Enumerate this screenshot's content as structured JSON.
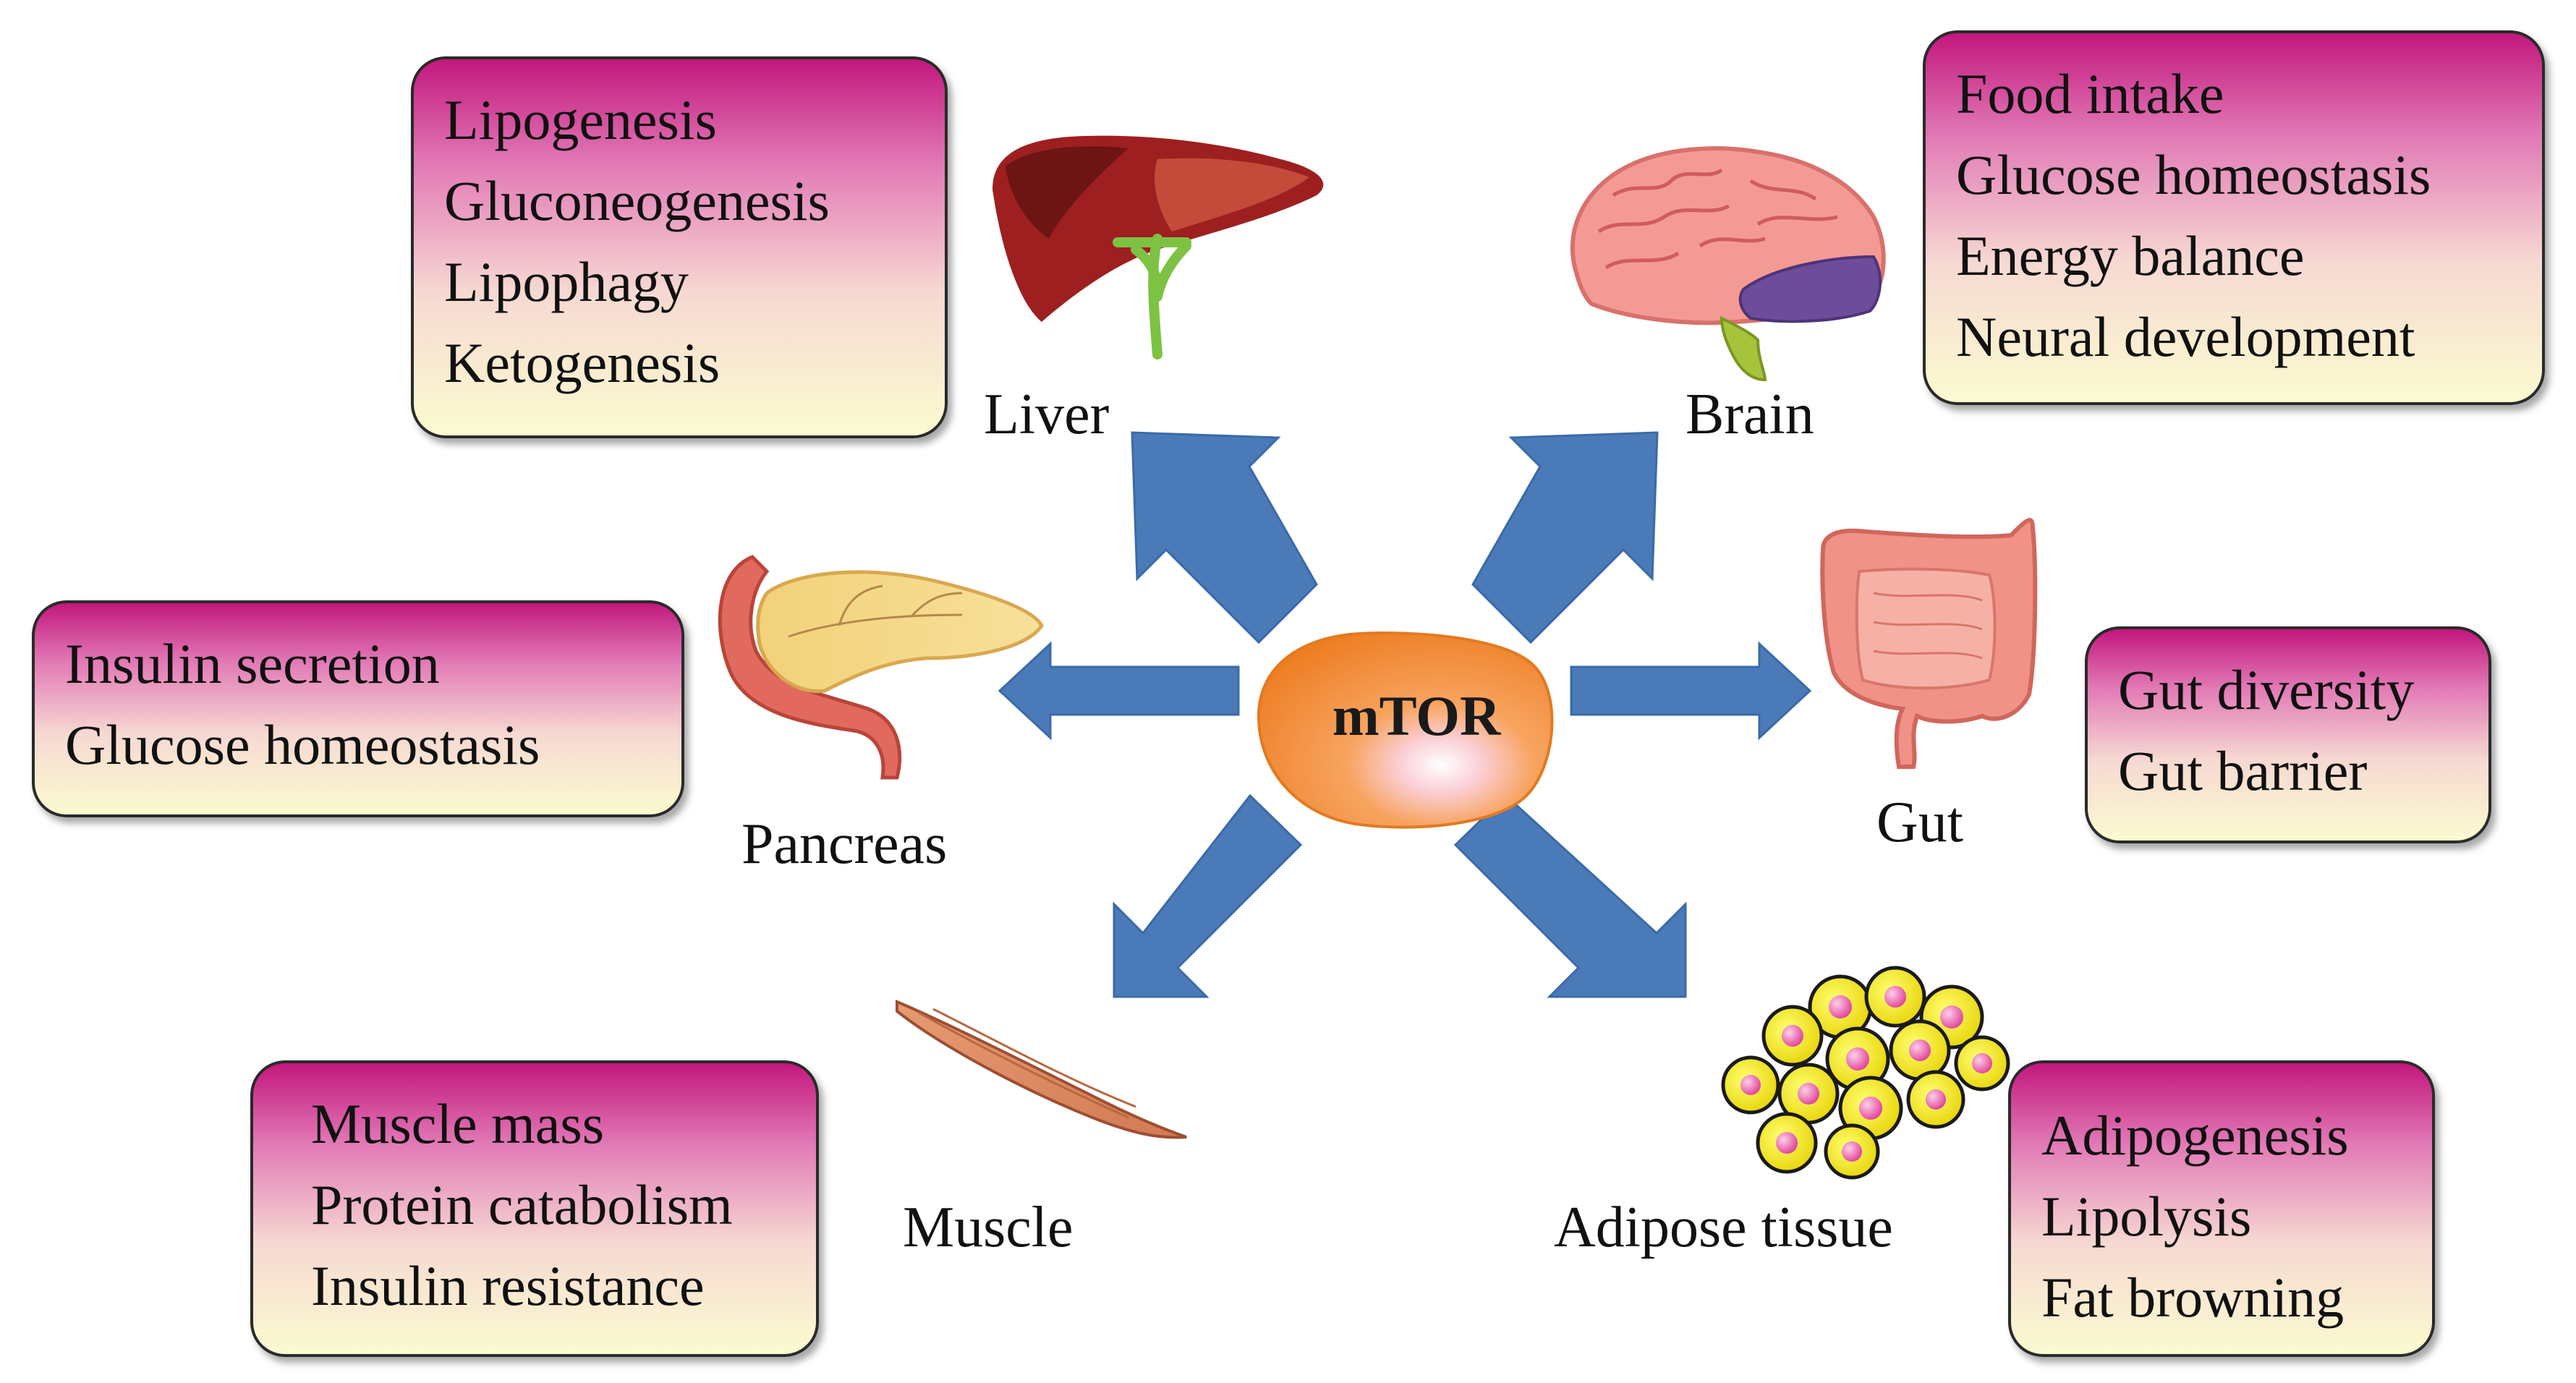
{
  "center": {
    "label": "mTOR"
  },
  "organs": {
    "liver": {
      "label": "Liver",
      "functions": [
        "Lipogenesis",
        "Gluconeogenesis",
        "Lipophagy",
        "Ketogenesis"
      ]
    },
    "brain": {
      "label": "Brain",
      "functions": [
        "Food intake",
        "Glucose homeostasis",
        "Energy balance",
        "Neural development"
      ]
    },
    "pancreas": {
      "label": "Pancreas",
      "functions": [
        "Insulin secretion",
        "Glucose homeostasis"
      ]
    },
    "gut": {
      "label": "Gut",
      "functions": [
        "Gut diversity",
        "Gut barrier"
      ]
    },
    "muscle": {
      "label": "Muscle",
      "functions": [
        "Muscle mass",
        "Protein catabolism",
        "Insulin resistance"
      ]
    },
    "adipose": {
      "label": "Adipose tissue",
      "functions": [
        "Adipogenesis",
        "Lipolysis",
        "Fat browning"
      ]
    }
  },
  "colors": {
    "arrow": "#4a7ab8",
    "box_top": "#c2177d",
    "box_bottom": "#fbfbd0",
    "mtor_fill": "#f39a3a"
  }
}
